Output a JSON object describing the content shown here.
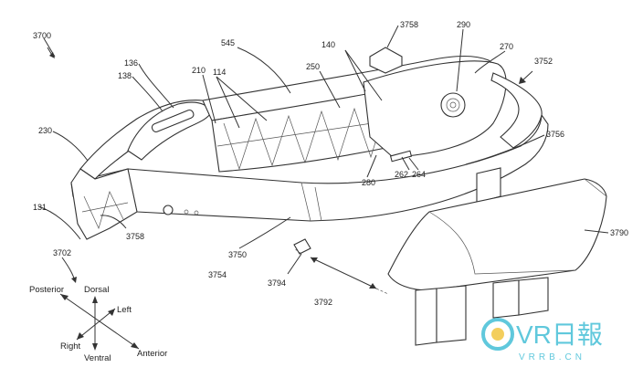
{
  "labels": {
    "l3700": "3700",
    "l136": "136",
    "l138": "138",
    "l210": "210",
    "l114": "114",
    "l545": "545",
    "l140": "140",
    "l250": "250",
    "l3758a": "3758",
    "l290": "290",
    "l270": "270",
    "l3752": "3752",
    "l230": "230",
    "l3756": "3756",
    "l262": "262",
    "l264": "264",
    "l280": "280",
    "l131": "131",
    "l3702": "3702",
    "l3758b": "3758",
    "l3750": "3750",
    "l3754": "3754",
    "l3794": "3794",
    "l3792": "3792",
    "l3790": "3790"
  },
  "directions": {
    "posterior": "Posterior",
    "dorsal": "Dorsal",
    "left": "Left",
    "right": "Right",
    "ventral": "Ventral",
    "anterior": "Anterior"
  },
  "watermark": {
    "brand": "VR日報",
    "sub": "VRRB.CN",
    "colors": {
      "primary": "#4fc3d9",
      "accent": "#f2c94c"
    }
  }
}
